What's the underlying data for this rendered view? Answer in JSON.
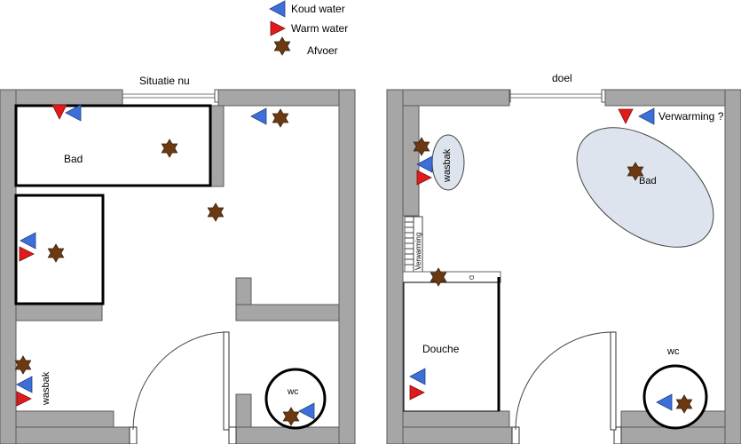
{
  "legend": {
    "cold": "Koud water",
    "warm": "Warm water",
    "drain": "Afvoer"
  },
  "left_plan": {
    "title": "Situatie nu",
    "bath": "Bad",
    "sink": "wasbak",
    "toilet": "wc"
  },
  "right_plan": {
    "title": "doel",
    "sink": "wasbak",
    "heater": "Verwarming",
    "heater_note": "Verwarming ?",
    "bath": "Bad",
    "drain_pipe": "D r a",
    "shower": "Douche",
    "toilet": "wc"
  },
  "colors": {
    "wall": "#a6a6a6",
    "wall_edge": "#595959",
    "cold": "#3d6fd9",
    "warm": "#e01b1b",
    "drain": "#6b3a12",
    "bath_fill": "#dde4ee"
  }
}
